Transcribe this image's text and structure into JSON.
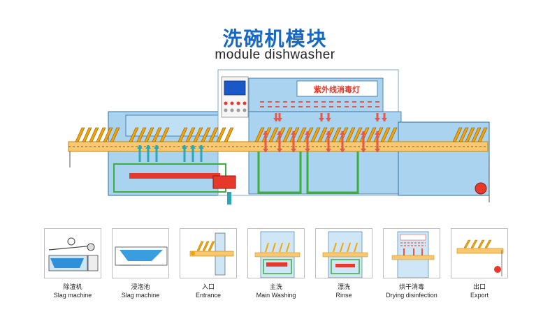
{
  "title_cn": "洗碗机模块",
  "title_en": "module dishwasher",
  "uv_lamp_label": "紫外线消毒灯",
  "colors": {
    "title_blue": "#1468c8",
    "tank_blue": "#a9d3ef",
    "conveyor_yellow": "#f7c873",
    "rack_yellow": "#f5a300",
    "pipe_red": "#e6392b",
    "green_frame": "#3cae3c",
    "arrow_red": "#e8574a",
    "arrow_teal": "#2aa6b5"
  },
  "modules": [
    {
      "cn": "除渣机",
      "en": "Slag machine",
      "icon": "slag-machine-icon"
    },
    {
      "cn": "浸泡池",
      "en": "Slag machine",
      "icon": "soak-tank-icon"
    },
    {
      "cn": "入口",
      "en": "Entrance",
      "icon": "entrance-icon"
    },
    {
      "cn": "主洗",
      "en": "Main Washing",
      "icon": "main-washing-icon"
    },
    {
      "cn": "漂洗",
      "en": "Rinse",
      "icon": "rinse-icon"
    },
    {
      "cn": "烘干消毒",
      "en": "Drying disinfection",
      "icon": "drying-icon"
    },
    {
      "cn": "出口",
      "en": "Export",
      "icon": "export-icon"
    }
  ]
}
